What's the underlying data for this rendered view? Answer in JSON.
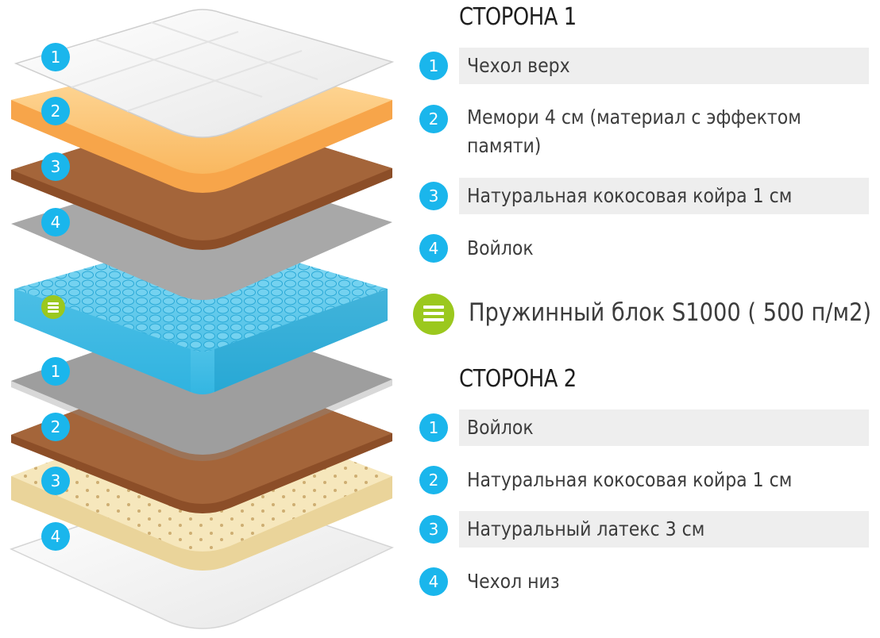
{
  "side1": {
    "title": "СТОРОНА 1",
    "items": [
      {
        "num": "1",
        "label": "Чехол верх"
      },
      {
        "num": "2",
        "label": "Мемори 4 см (материал с эффектом памяти)"
      },
      {
        "num": "3",
        "label": "Натуральная кокосовая койра 1 см"
      },
      {
        "num": "4",
        "label": "Войлок"
      }
    ]
  },
  "spring_block": {
    "label": "Пружинный блок S1000 ( 500 п/м2)",
    "icon": "lines-icon"
  },
  "side2": {
    "title": "СТОРОНА 2",
    "items": [
      {
        "num": "1",
        "label": "Войлок"
      },
      {
        "num": "2",
        "label": "Натуральная кокосовая койра 1 см"
      },
      {
        "num": "3",
        "label": "Натуральный латекс 3 см"
      },
      {
        "num": "4",
        "label": "Чехол низ"
      }
    ]
  },
  "colors": {
    "badge_blue": "#1ab6ec",
    "badge_green": "#9bc81e",
    "row_shade": "#eeeeee",
    "memory_foam": "#f7a64a",
    "coconut": "#8a4a26",
    "felt": "#a3a3a3",
    "springs": "#45c3e8",
    "latex": "#f5e6b8",
    "cover": "#f4f4f4"
  }
}
